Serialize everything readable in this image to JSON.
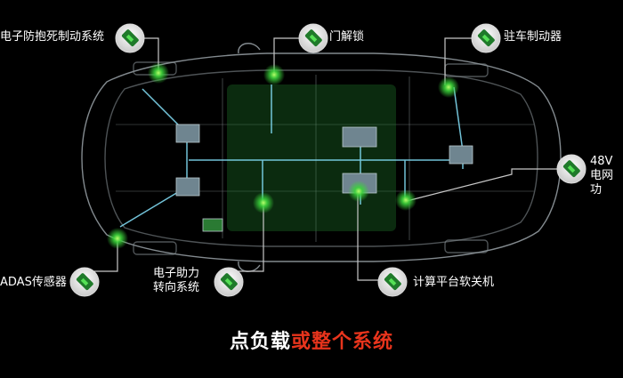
{
  "colors": {
    "background": "#000000",
    "chip_green": "#3bd43b",
    "bus_line": "#7fd8f0",
    "caption_highlight": "#e8341c",
    "text": "#ffffff"
  },
  "labels": {
    "abs": "电子防抱死制动系统",
    "door_lock": "门解锁",
    "parking_brake": "驻车制动器",
    "grid_line1": "48V",
    "grid_line2": "电网功",
    "adas": "ADAS传感器",
    "eps_line1": "电子助力",
    "eps_line2": "转向系统",
    "compute": "计算平台软关机"
  },
  "caption": {
    "normal": "点负载",
    "highlight": "或整个系统"
  },
  "icons": [
    "chip-icon"
  ]
}
